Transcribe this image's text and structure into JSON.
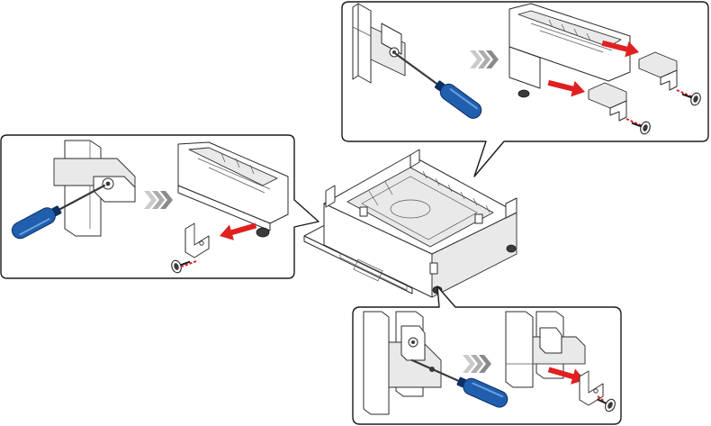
{
  "colors": {
    "arrow_red": "#e02020",
    "screwdriver_blue": "#1f5fae",
    "screwdriver_dark": "#0e2f63",
    "chevron_gray": "#8a8a8a",
    "outline": "#2b2b2b"
  },
  "icons": [
    "screwdriver-icon",
    "screw-icon",
    "bracket-icon",
    "removal-arrow-icon",
    "step-chevron-icon"
  ],
  "steps": [
    {
      "id": "top-right",
      "from": "remove-screw",
      "to": "remove-two-rear-brackets"
    },
    {
      "id": "left",
      "from": "remove-screw",
      "to": "remove-side-bracket"
    },
    {
      "id": "bottom-right",
      "from": "remove-screw",
      "to": "remove-front-bracket"
    }
  ]
}
